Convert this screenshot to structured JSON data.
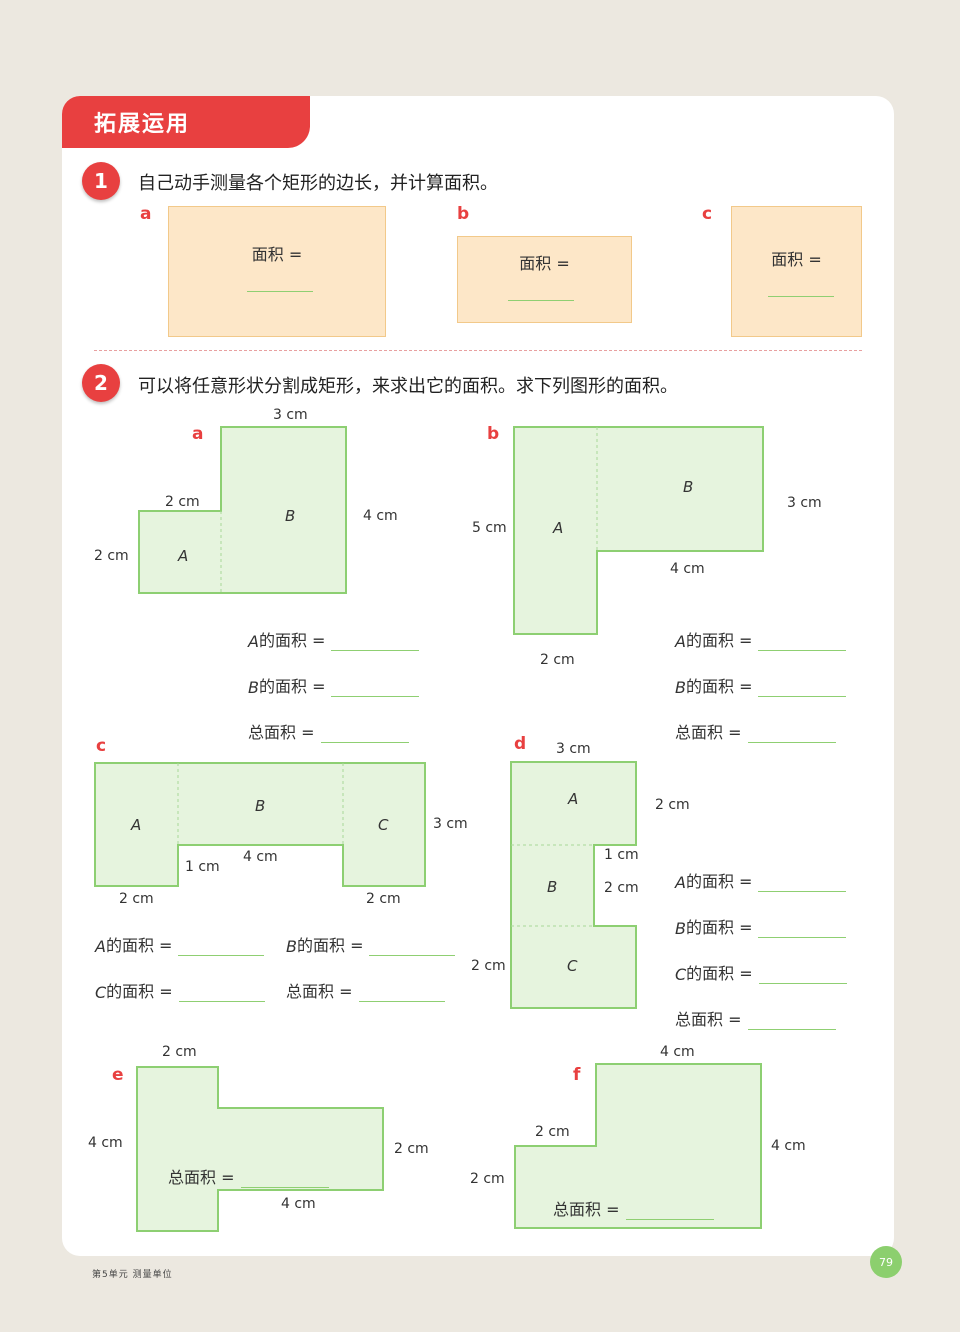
{
  "section": {
    "title": "拓展运用"
  },
  "q1": {
    "number": "1",
    "text": "自己动手测量各个矩形的边长，并计算面积。",
    "items": [
      {
        "letter": "a",
        "label": "面积 ="
      },
      {
        "letter": "b",
        "label": "面积 ="
      },
      {
        "letter": "c",
        "label": "面积 ="
      }
    ]
  },
  "q2": {
    "number": "2",
    "text": "可以将任意形状分割成矩形，来求出它的面积。求下列图形的面积。",
    "a": {
      "letter": "a",
      "dims": {
        "top": "3 cm",
        "step": "2 cm",
        "left": "2 cm",
        "right": "4 cm"
      },
      "parts": {
        "A": "A",
        "B": "B"
      },
      "answers": {
        "a_area": "的面积 =",
        "b_area": "的面积 =",
        "total": "总面积 ="
      }
    },
    "b": {
      "letter": "b",
      "dims": {
        "left": "5 cm",
        "right": "3 cm",
        "inner": "4 cm",
        "bottom": "2 cm"
      },
      "parts": {
        "A": "A",
        "B": "B"
      },
      "answers": {
        "a_area": "的面积 =",
        "b_area": "的面积 =",
        "total": "总面积 ="
      }
    },
    "c": {
      "letter": "c",
      "dims": {
        "right": "3 cm",
        "inner_h": "1 cm",
        "inner_w": "4 cm",
        "left_bottom": "2 cm",
        "right_bottom": "2 cm"
      },
      "parts": {
        "A": "A",
        "B": "B",
        "C": "C"
      },
      "answers": {
        "a_area": "的面积 =",
        "b_area": "的面积 =",
        "c_area": "的面积 =",
        "total": "总面积 ="
      }
    },
    "d": {
      "letter": "d",
      "dims": {
        "top": "3 cm",
        "right_top": "2 cm",
        "inner_1": "1 cm",
        "inner_2": "2 cm",
        "left": "2 cm"
      },
      "parts": {
        "A": "A",
        "B": "B",
        "C": "C"
      },
      "answers": {
        "a_area": "的面积 =",
        "b_area": "的面积 =",
        "c_area": "的面积 =",
        "total": "总面积 ="
      }
    },
    "e": {
      "letter": "e",
      "dims": {
        "top": "2 cm",
        "left": "4 cm",
        "right": "2 cm",
        "bottom": "4 cm"
      },
      "answers": {
        "total": "总面积 ="
      }
    },
    "f": {
      "letter": "f",
      "dims": {
        "top": "4 cm",
        "step": "2 cm",
        "left": "2 cm",
        "right": "4 cm"
      },
      "answers": {
        "total": "总面积 ="
      }
    }
  },
  "footer": {
    "unit": "第5单元  测量单位",
    "page": "79"
  },
  "colors": {
    "accent": "#e84040",
    "shape_fill": "#e6f4de",
    "shape_stroke": "#8dcf72",
    "rect_fill": "#fde7c8"
  }
}
